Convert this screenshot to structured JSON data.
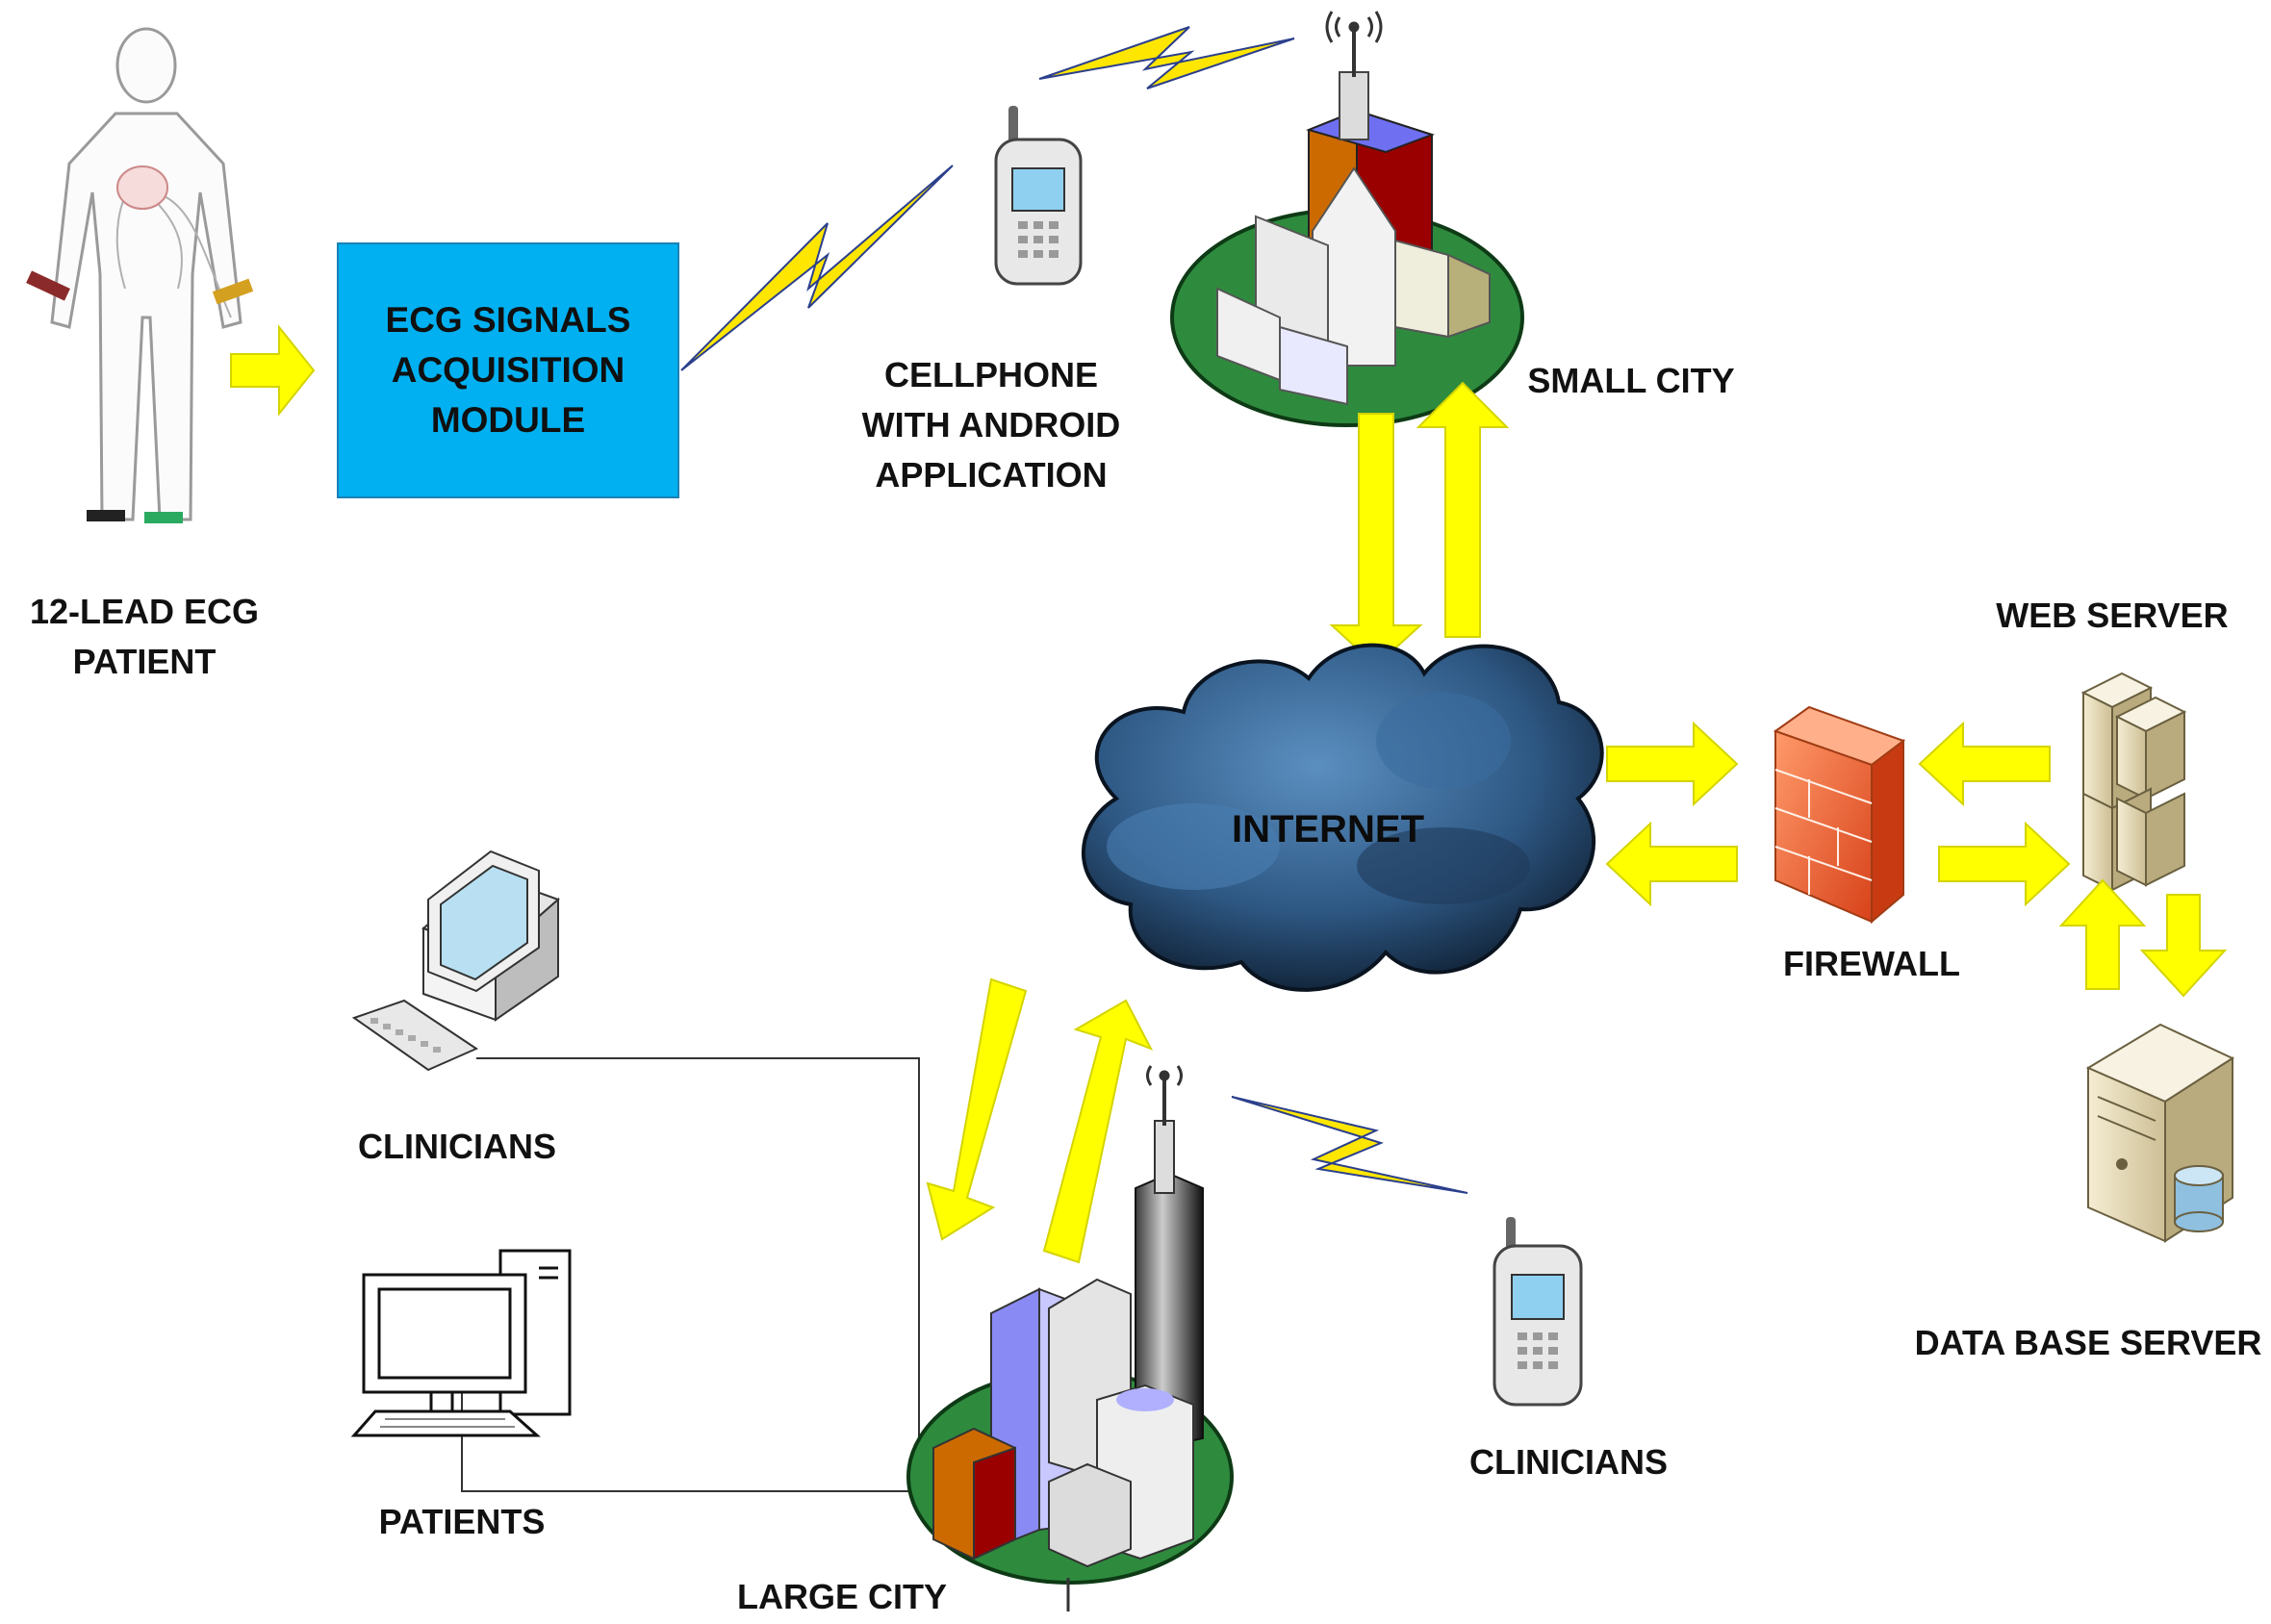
{
  "labels": {
    "patient": [
      "12-LEAD ECG",
      "PATIENT"
    ],
    "module": [
      "ECG SIGNALS",
      "ACQUISITION",
      "MODULE"
    ],
    "cellphone": [
      "CELLPHONE",
      "WITH ANDROID",
      "APPLICATION"
    ],
    "small_city": "SMALL CITY",
    "internet": "INTERNET",
    "web_server": "WEB SERVER",
    "firewall": "FIREWALL",
    "database_server": "DATA BASE SERVER",
    "clinicians_pc": "CLINICIANS",
    "patients_pc": "PATIENTS",
    "large_city": "LARGE CITY",
    "clinicians_phone": "CLINICIANS"
  },
  "colors": {
    "arrow": "#ffff00",
    "module_fill": "#00b0f0",
    "cloud": "#2a4f75",
    "firewall": "#f06a3a",
    "city_base": "#2e8b3e",
    "lightning": "#ffe600"
  },
  "icons": [
    "human-body-icon",
    "cellphone-icon",
    "antenna-icon",
    "small-city-icon",
    "cloud-icon",
    "firewall-icon",
    "web-server-icon",
    "database-server-icon",
    "desktop-pc-icon",
    "computer-monitor-icon",
    "large-city-icon",
    "lightning-icon",
    "arrow-icon"
  ]
}
